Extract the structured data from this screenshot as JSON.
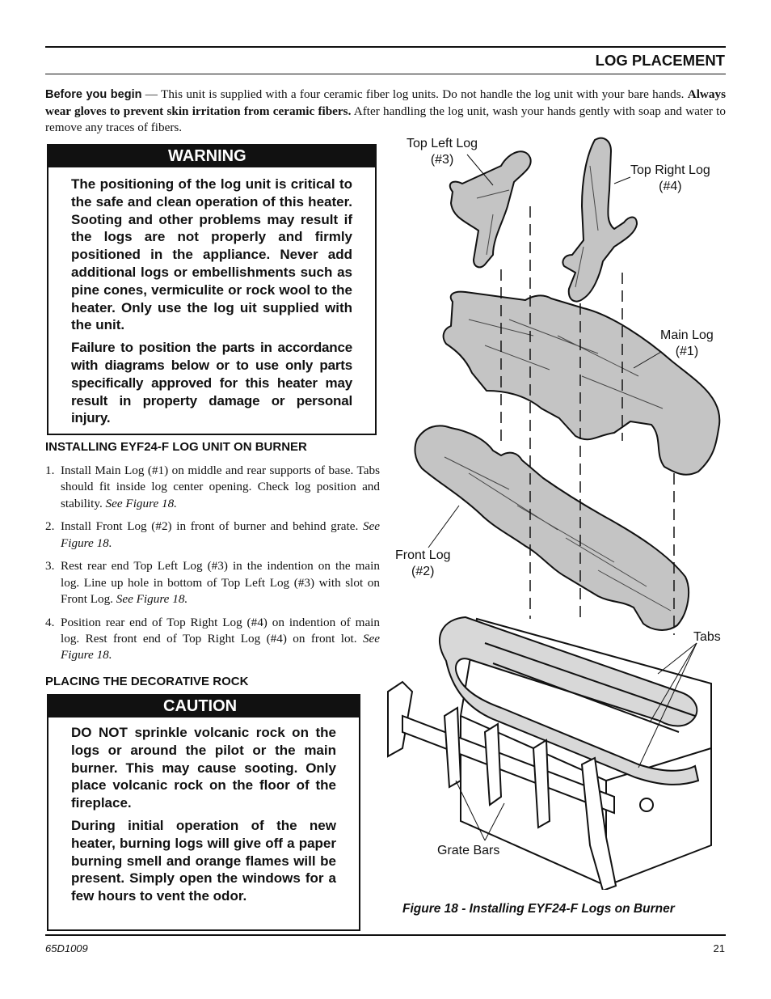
{
  "header": {
    "section_title": "LOG PLACEMENT"
  },
  "intro": {
    "lead": "Before you begin",
    "text_1": " — This unit is supplied with a four ceramic fiber log units. Do not handle the log unit with your bare hands. ",
    "bold": "Always wear gloves to prevent skin irritation from ceramic fibers.",
    "text_2": " After handling the log unit, wash your hands gently with soap and water to remove any traces of fibers."
  },
  "warning": {
    "title": "WARNING",
    "p1": "The positioning of the log unit is critical to the safe and clean operation of this heater. Sooting and other problems may result if the logs are not properly and firmly positioned in the appliance. Never add additional logs or embellishments such as pine cones, vermiculite or rock wool to the heater. Only use the log uit supplied with the unit.",
    "p2": "Failure to position the parts in accordance with diagrams below or to use only parts specifically approved for this heater may result in property damage or personal injury."
  },
  "install": {
    "heading": "INSTALLING EYF24-F LOG UNIT ON BURNER",
    "steps": [
      {
        "num": "1.",
        "text": "Install Main Log (#1) on middle and rear supports of base. Tabs should fit inside log center opening. Check log position and stability.",
        "ref": "See Figure 18."
      },
      {
        "num": "2.",
        "text": "Install Front Log (#2) in front of burner and behind grate.",
        "ref": "See Figure 18."
      },
      {
        "num": "3.",
        "text": "Rest rear end Top Left Log (#3) in the indention on the main log. Line up hole in bottom of Top Left Log (#3) with slot on Front Log.",
        "ref": "See Figure 18."
      },
      {
        "num": "4.",
        "text": "Position rear end of Top Right Log (#4) on indention of main log. Rest front end of Top Right Log (#4) on front lot.",
        "ref": "See Figure 18."
      }
    ]
  },
  "rock": {
    "heading": "PLACING THE DECORATIVE ROCK"
  },
  "caution": {
    "title": "CAUTION",
    "p1": "DO NOT sprinkle volcanic rock on the logs or around the pilot or the main burner. This may cause sooting. Only place volcanic rock on the floor of the fireplace.",
    "p2": "During initial operation of the new heater, burning logs will give off a paper burning smell and orange flames will be present. Simply open the windows for a few hours to vent the odor."
  },
  "figure": {
    "callouts": {
      "top_left_1": "Top Left Log",
      "top_left_2": "(#3)",
      "top_right_1": "Top Right Log",
      "top_right_2": "(#4)",
      "main_1": "Main Log",
      "main_2": "(#1)",
      "front_1": "Front Log",
      "front_2": "(#2)",
      "tabs": "Tabs",
      "grate": "Grate Bars"
    },
    "caption": "Figure 18 - Installing EYF24-F Logs on Burner"
  },
  "footer": {
    "doc_number": "65D1009",
    "page_number": "21"
  },
  "colors": {
    "log_fill": "#c4c4c4",
    "ink": "#111111"
  }
}
